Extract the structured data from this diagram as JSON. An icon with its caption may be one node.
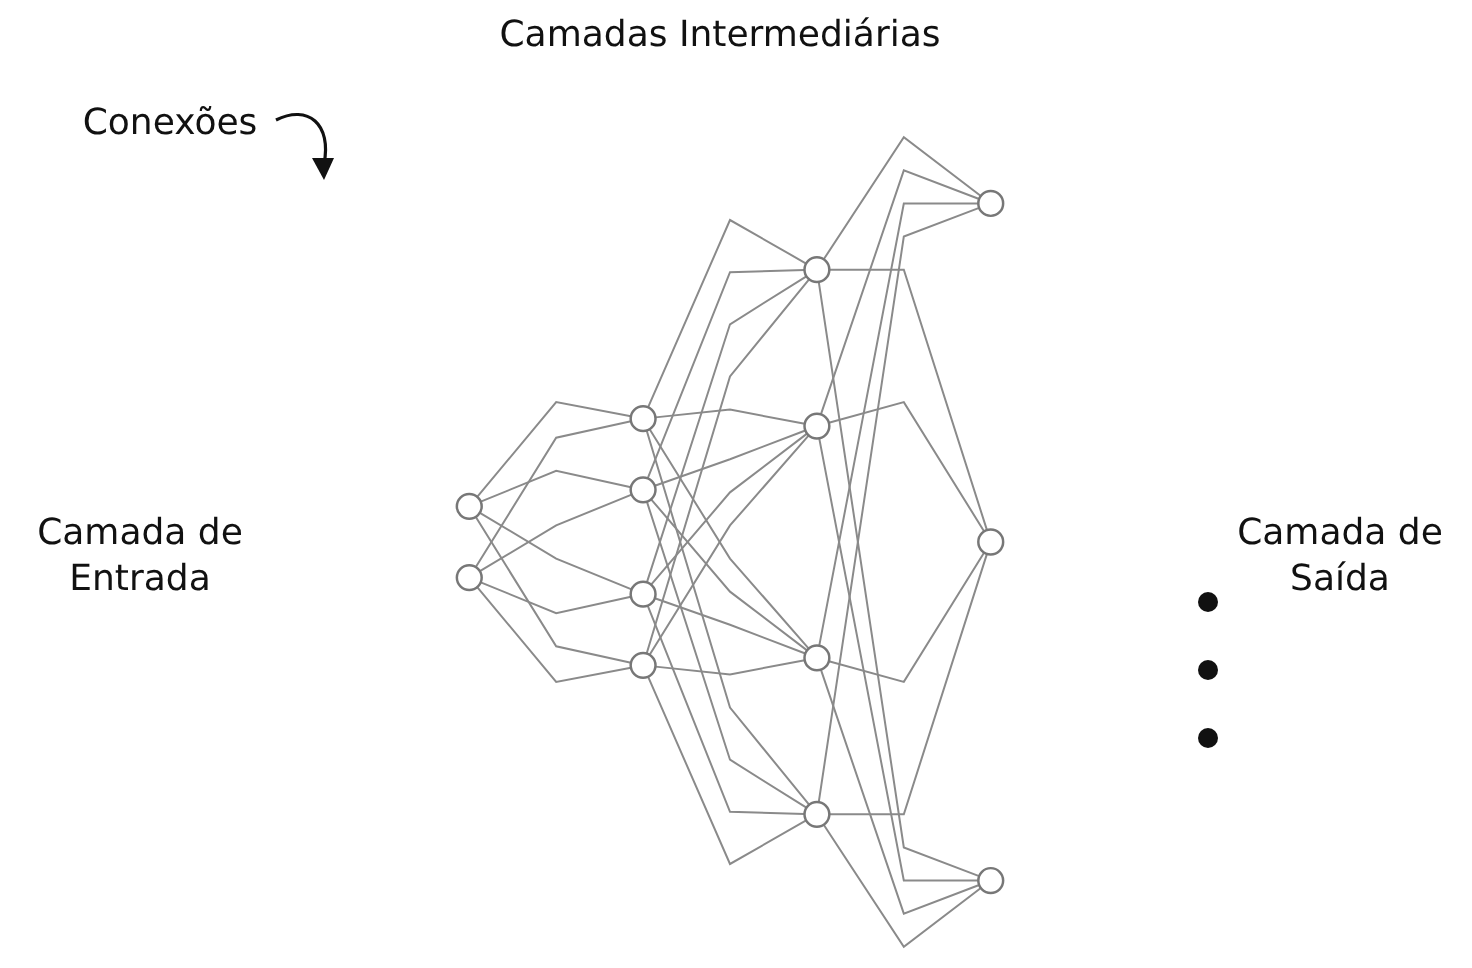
{
  "diagram": {
    "nodes": [
      {
        "text": [],
        "shape": "circle"
      },
      {
        "text": [],
        "shape": "circle"
      },
      {
        "text": [],
        "shape": "circle"
      },
      {
        "text": [],
        "shape": "circle"
      },
      {
        "text": [],
        "shape": "circle"
      },
      {
        "text": [],
        "shape": "circle"
      },
      {
        "text": [],
        "shape": "circle"
      },
      {
        "text": [],
        "shape": "circle"
      },
      {
        "text": [],
        "shape": "circle"
      },
      {
        "text": [],
        "shape": "circle"
      },
      {
        "text": [],
        "shape": "circle"
      },
      {
        "text": [],
        "shape": "circle"
      },
      {
        "text": [],
        "shape": "circle"
      }
    ],
    "edges": [
      {
        "from": 0,
        "to": 2,
        "arrow": "none"
      },
      {
        "from": 0,
        "to": 3,
        "arrow": "none"
      },
      {
        "from": 0,
        "to": 4,
        "arrow": "none"
      },
      {
        "from": 0,
        "to": 5,
        "arrow": "none"
      },
      {
        "from": 1,
        "to": 2,
        "arrow": "none"
      },
      {
        "from": 1,
        "to": 3,
        "arrow": "none"
      },
      {
        "from": 1,
        "to": 4,
        "arrow": "none"
      },
      {
        "from": 1,
        "to": 5,
        "arrow": "none"
      },
      {
        "from": 2,
        "to": 6,
        "arrow": "none"
      },
      {
        "from": 2,
        "to": 7,
        "arrow": "none"
      },
      {
        "from": 2,
        "to": 8,
        "arrow": "none"
      },
      {
        "from": 2,
        "to": 9,
        "arrow": "none"
      },
      {
        "from": 3,
        "to": 6,
        "arrow": "none"
      },
      {
        "from": 3,
        "to": 7,
        "arrow": "none"
      },
      {
        "from": 3,
        "to": 8,
        "arrow": "none"
      },
      {
        "from": 3,
        "to": 9,
        "arrow": "none"
      },
      {
        "from": 4,
        "to": 6,
        "arrow": "none"
      },
      {
        "from": 4,
        "to": 7,
        "arrow": "none"
      },
      {
        "from": 4,
        "to": 8,
        "arrow": "none"
      },
      {
        "from": 4,
        "to": 9,
        "arrow": "none"
      },
      {
        "from": 5,
        "to": 6,
        "arrow": "none"
      },
      {
        "from": 5,
        "to": 7,
        "arrow": "none"
      },
      {
        "from": 5,
        "to": 8,
        "arrow": "none"
      },
      {
        "from": 5,
        "to": 9,
        "arrow": "none"
      },
      {
        "from": 6,
        "to": 10,
        "arrow": "none"
      },
      {
        "from": 6,
        "to": 11,
        "arrow": "none"
      },
      {
        "from": 6,
        "to": 12,
        "arrow": "none"
      },
      {
        "from": 7,
        "to": 10,
        "arrow": "none"
      },
      {
        "from": 7,
        "to": 11,
        "arrow": "none"
      },
      {
        "from": 7,
        "to": 12,
        "arrow": "none"
      },
      {
        "from": 8,
        "to": 10,
        "arrow": "none"
      },
      {
        "from": 8,
        "to": 11,
        "arrow": "none"
      },
      {
        "from": 8,
        "to": 12,
        "arrow": "none"
      },
      {
        "from": 9,
        "to": 10,
        "arrow": "none"
      },
      {
        "from": 9,
        "to": 11,
        "arrow": "none"
      },
      {
        "from": 9,
        "to": 12,
        "arrow": "none"
      }
    ],
    "labels": [
      "Camadas Intermediárias",
      "Conexões",
      "Camada de Entrada",
      "Camada de Saída"
    ]
  }
}
